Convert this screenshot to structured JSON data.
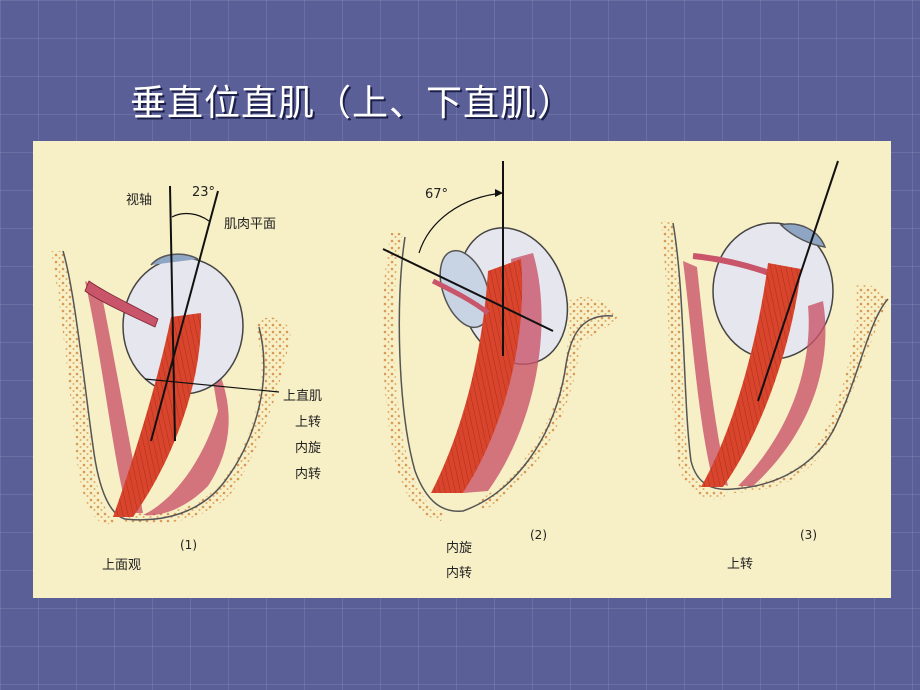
{
  "slide": {
    "title": "垂直位直肌（上、下直肌）"
  },
  "figure": {
    "panel1": {
      "visual_axis_label": "视轴",
      "angle_label": "23°",
      "muscle_plane_label": "肌肉平面",
      "muscle_label": "上直肌",
      "actions": [
        "上转",
        "内旋",
        "内转"
      ],
      "view_label": "上面观",
      "number": "(1)"
    },
    "panel2": {
      "angle_label": "67°",
      "actions": [
        "内旋",
        "内转"
      ],
      "number": "(2)"
    },
    "panel3": {
      "actions": [
        "上转"
      ],
      "number": "(3)"
    }
  },
  "colors": {
    "background": "#5a5f98",
    "panel": "#f7efc6",
    "muscle": "#d9452c",
    "muscle_sheath": "#c9556a",
    "orbit_dots": "#d99a55"
  }
}
